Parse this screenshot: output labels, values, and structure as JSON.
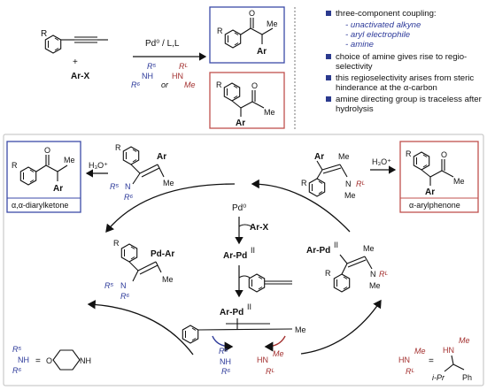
{
  "top": {
    "reactant_sub": "R",
    "reactant_x": "Ar-X",
    "plus": "+",
    "pd_reagent": "Pd⁰ / L,L",
    "amine_left_R": "R⁵",
    "amine_left_NH": "NH",
    "amine_left_R6": "R⁶",
    "or_text": "or",
    "amine_right_RL": "Rᴸ",
    "amine_right_HN": "HN",
    "amine_right_Me": "Me",
    "product_blue": {
      "R": "R",
      "Me": "Me",
      "Ar": "Ar",
      "O": "O"
    },
    "product_red": {
      "R": "R",
      "Me": "Me",
      "Ar": "Ar",
      "O": "O"
    }
  },
  "bullets": [
    {
      "text": "three-component coupling:",
      "subs": [
        "- unactivated alkyne",
        "- aryl electrophile",
        "- amine"
      ]
    },
    {
      "text": "choice of amine gives rise to regio-selectivity",
      "subs": []
    },
    {
      "text": "this regioselectivity arises from steric hinderance at the α-carbon",
      "subs": []
    },
    {
      "text": "amine directing group is traceless after hydrolysis",
      "subs": []
    }
  ],
  "cycle": {
    "pd0": "Pd⁰",
    "arx": "Ar-X",
    "arpd": "Ar-Pd",
    "arpd_ox": "II",
    "arpd2": "Ar-Pd",
    "left_h3o": "H₃O⁺",
    "right_h3o": "H₃O⁺",
    "left_box_label": "α,α-diarylketone",
    "right_box_label": "α-arylphenone",
    "labels": {
      "Ar": "Ar",
      "Me": "Me",
      "R": "R",
      "N": "N",
      "R5": "R⁵",
      "R6": "R⁶",
      "RL": "Rᴸ",
      "PdAr": "Pd-Ar",
      "ArPd": "Ar-Pd",
      "II": "II"
    }
  },
  "footnotes": {
    "left_R5": "R⁵",
    "left_NH": "NH",
    "left_R6": "R⁶",
    "left_eq": "=",
    "morph_O": "O",
    "morph_NH": "NH",
    "right_HN": "HN",
    "right_Me": "Me",
    "right_RL": "Rᴸ",
    "right_eq": "=",
    "right_Me2": "Me",
    "right_HN2": "HN",
    "right_iPr": "i-Pr",
    "right_Ph": "Ph"
  },
  "colors": {
    "blue": "#2d3a9a",
    "red": "#a3302f",
    "box_blue": "#3b4aa8",
    "box_red": "#c0504d",
    "panel_border": "#bfbfbf"
  }
}
